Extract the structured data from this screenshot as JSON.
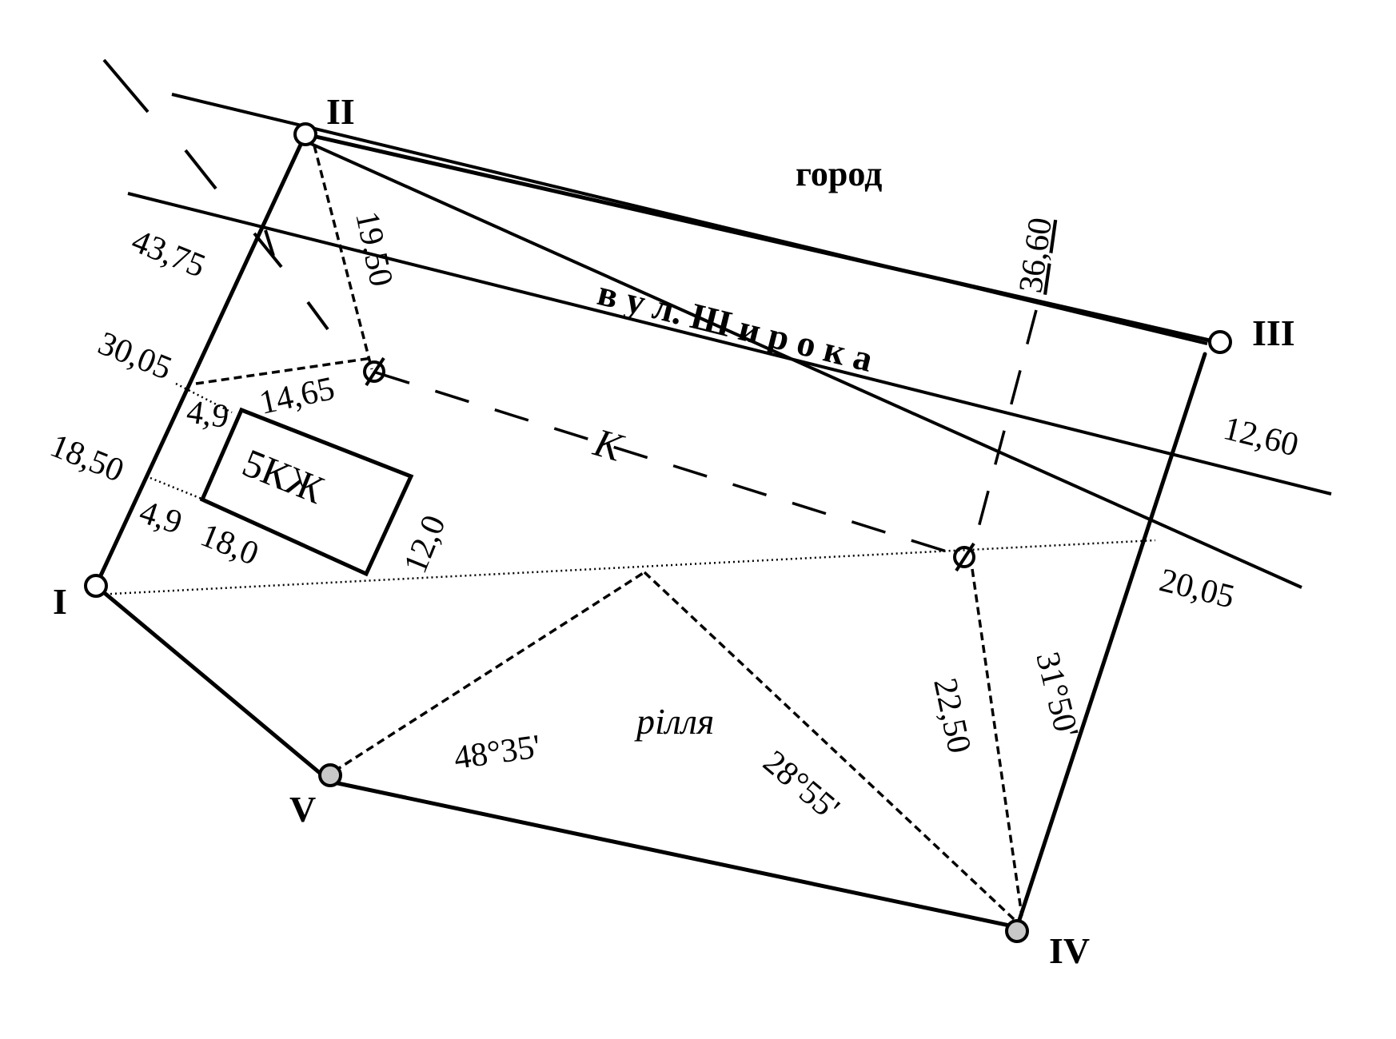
{
  "stations": {
    "I": "I",
    "II": "II",
    "III": "III",
    "IV": "IV",
    "V": "V"
  },
  "areas": {
    "top": "город",
    "street": "в у л.  Ш и р о к а",
    "field": "рілля",
    "building": "5КЖ",
    "line_k": "К"
  },
  "measurements": {
    "m_43_75": "43,75",
    "m_30_05": "30,05",
    "m_18_50": "18,50",
    "m_19_50": "19,50",
    "m_14_65": "14,65",
    "m_4_9_top": "4,9",
    "m_4_9_bottom": "4,9",
    "m_18_0": "18,0",
    "m_12_0": "12,0",
    "m_36_60": "36,60",
    "m_12_60": "12,60",
    "m_20_05": "20,05",
    "m_22_50": "22,50",
    "m_31_50": "31°50'",
    "m_48_35": "48°35'",
    "m_28_55": "28°55'"
  },
  "colors": {
    "ink": "#000000",
    "paper": "#ffffff",
    "station_fill": "#c8c8c8"
  }
}
